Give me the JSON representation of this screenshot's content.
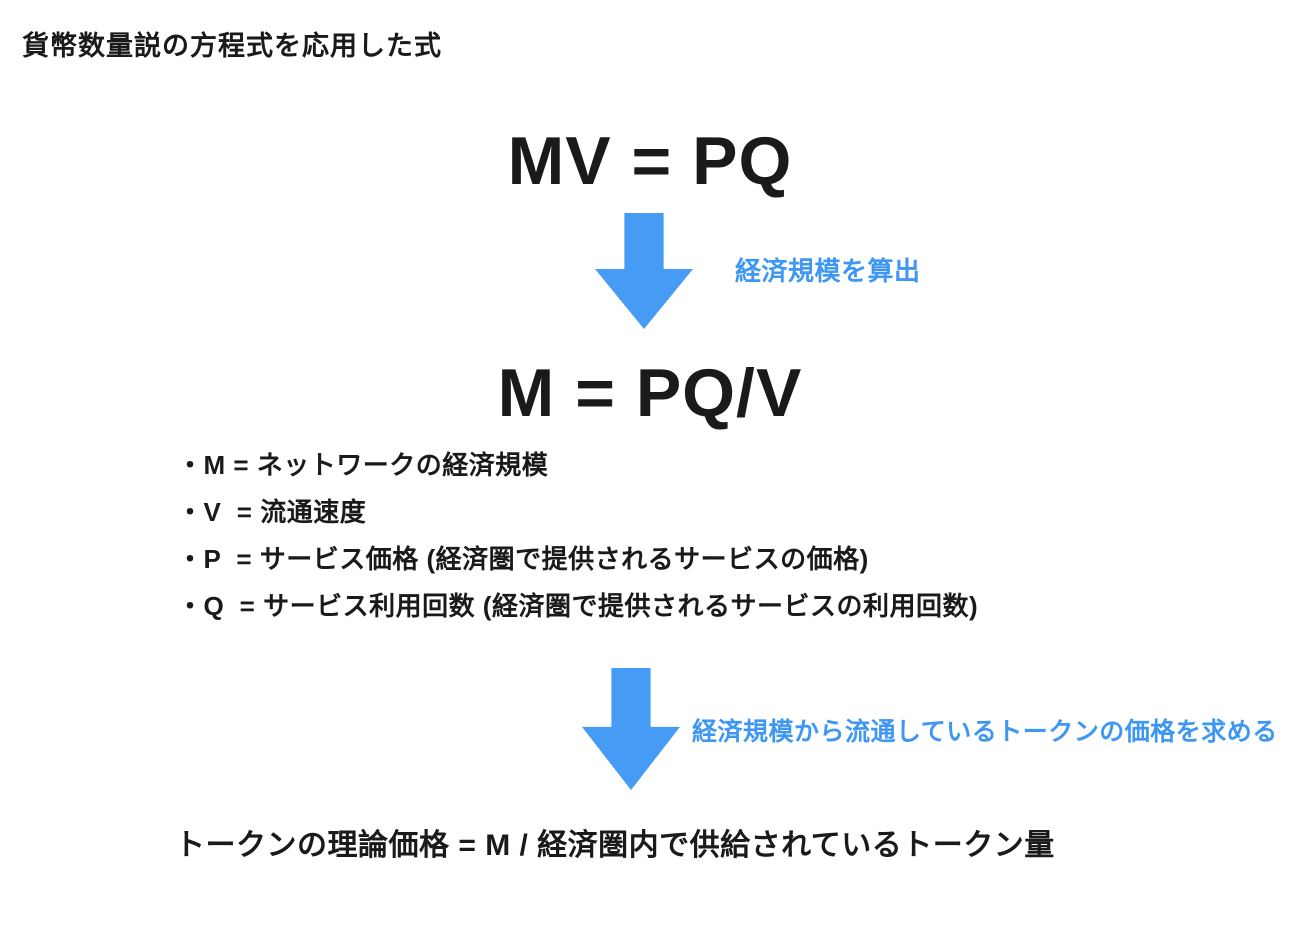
{
  "title": "貨幣数量説の方程式を応用した式",
  "formulas": {
    "top": "MV = PQ",
    "middle": "M = PQ/V",
    "bottom": "トークンの理論価格 = M / 経済圏内で供給されているトークン量"
  },
  "arrows": [
    {
      "label": "経済規模を算出"
    },
    {
      "label": "経済規模から流通しているトークンの価格を求める"
    }
  ],
  "definitions": [
    "・M = ネットワークの経済規模",
    "・V  = 流通速度",
    "・P  = サービス価格 (経済圏で提供されるサービスの価格)",
    "・Q  = サービス利用回数 (経済圏で提供されるサービスの利用回数)"
  ],
  "colors": {
    "arrow": "#469bf5",
    "accent_text": "#3e97f3",
    "text": "#1a1a1a",
    "background": "#ffffff"
  }
}
